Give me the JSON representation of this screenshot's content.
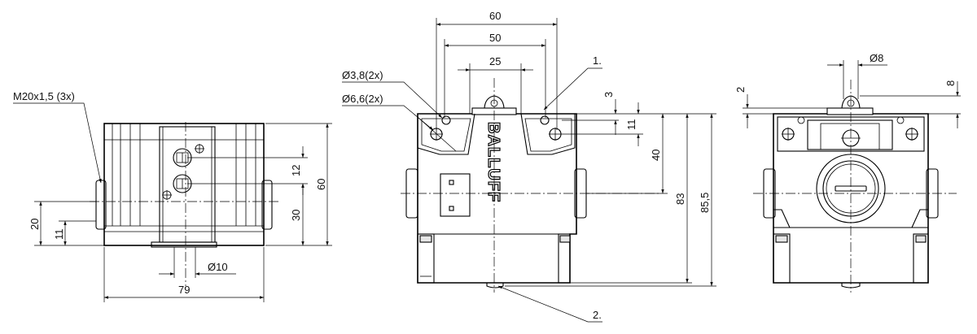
{
  "left_view": {
    "thread_label": "M20x1,5 (3x)",
    "dims": {
      "height_total": "60",
      "height_mid": "30",
      "spacing": "12",
      "left_a": "20",
      "left_b": "11",
      "diameter": "Ø10",
      "width": "79"
    }
  },
  "front_view": {
    "top_dims": {
      "d60": "60",
      "d50": "50",
      "d25": "25"
    },
    "hole_small": "Ø3,8(2x)",
    "hole_large": "Ø6,6(2x)",
    "callout_1": "1.",
    "callout_2": "2.",
    "right_dims": {
      "d3": "3",
      "d11": "11",
      "d40": "40",
      "d83": "83",
      "d85": "85,5"
    },
    "logo_text": "BALLUFF"
  },
  "right_view": {
    "dims": {
      "diameter": "Ø8",
      "top_left": "2",
      "top_right": "8"
    }
  }
}
